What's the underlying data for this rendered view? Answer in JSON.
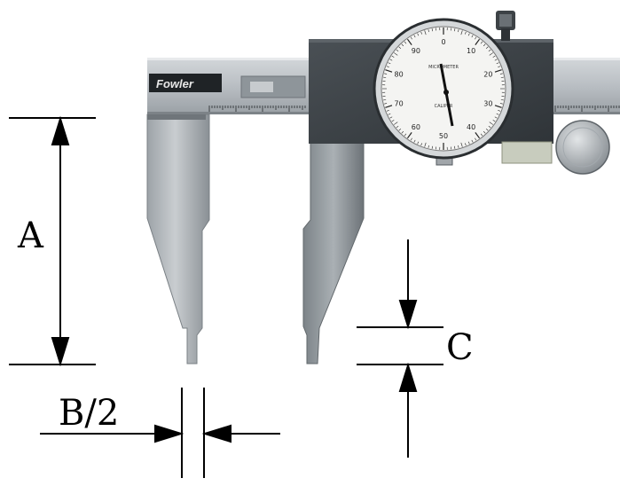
{
  "diagram": {
    "labels": {
      "a": "A",
      "b_half": "B/2",
      "c": "C"
    },
    "caliper": {
      "brand": "Fowler",
      "dial_small_text": [
        "MICROMETER",
        "CALIPER"
      ],
      "dial_numbers": [
        "0",
        "10",
        "20",
        "30",
        "40",
        "50",
        "60",
        "70",
        "80",
        "90"
      ]
    },
    "colors": {
      "steel_light": "#b9bec3",
      "steel_mid": "#8f969c",
      "steel_dark": "#5b6166",
      "block_dark": "#3e4347",
      "dial_face": "#f4f4f2",
      "line": "#000000"
    }
  }
}
